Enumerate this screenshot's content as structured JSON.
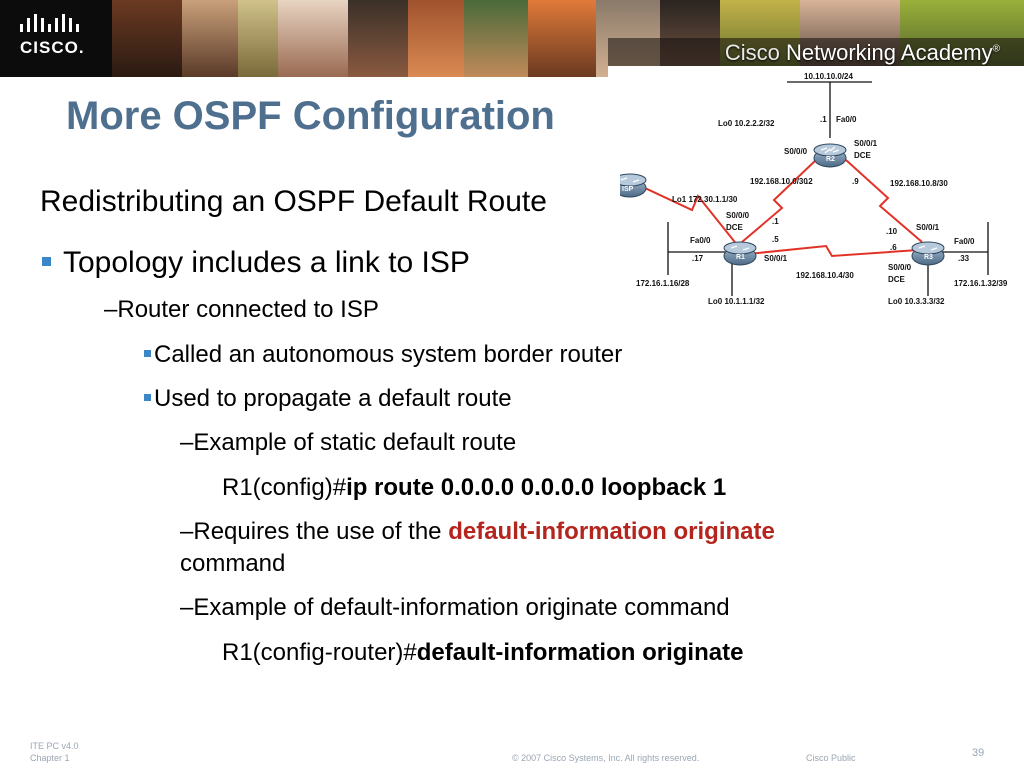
{
  "header": {
    "logo_text": "CISCO.",
    "academy_part1": "Cisco ",
    "academy_part2": "Networking Academy",
    "academy_mark": "®"
  },
  "title": "More OSPF Configuration",
  "subtitle": "Redistributing an OSPF Default Route",
  "bullets": {
    "b1": "Topology includes a link to ISP",
    "b2_dash": "–",
    "b2": "Router connected to ISP",
    "b3": "Called an autonomous system border router",
    "b4": "Used to propagate a default route",
    "b5_dash": "–",
    "b5": "Example of static default route",
    "b6_prompt": "R1(config)#",
    "b6_cmd": "ip route 0.0.0.0 0.0.0.0 loopback 1",
    "b7_dash": "–",
    "b7_pre": "Requires the use of the ",
    "b7_cmd": "default-information originate",
    "b7_post": "command",
    "b8_dash": "–",
    "b8": "Example of default-information originate command",
    "b9_prompt": "R1(config-router)#",
    "b9_cmd": "default-information originate"
  },
  "topology": {
    "net_top": "10.10.10.0/24",
    "r2_lo": "Lo0 10.2.2.2/32",
    "r2_dot1": ".1",
    "r2_fa": "Fa0/0",
    "r2_s000": "S0/0/0",
    "r2_s001": "S0/0/1",
    "r2_dce": "DCE",
    "r2_label": "R2",
    "net_left": "192.168.10.0/30",
    "net_right": "192.168.10.8/30",
    "r2_dot2": ".2",
    "r2_dot9": ".9",
    "isp_label": "ISP",
    "r1_lo1": "Lo1 172.30.1.1/30",
    "r1_s000": "S0/0/0",
    "r1_dce": "DCE",
    "r1_dot1": ".1",
    "r1_fa": "Fa0/0",
    "r1_dot5": ".5",
    "r1_dot17": ".17",
    "r1_label": "R1",
    "r1_s001": "S0/0/1",
    "net_r1_lan": "172.16.1.16/28",
    "r1_lo0": "Lo0 10.1.1.1/32",
    "net_bottom": "192.168.10.4/30",
    "r3_s001": "S0/0/1",
    "r3_dot10": ".10",
    "r3_fa": "Fa0/0",
    "r3_dot6": ".6",
    "r3_label": "R3",
    "r3_dot33": ".33",
    "r3_s000": "S0/0/0",
    "r3_dce": "DCE",
    "net_r3_lan": "172.16.1.32/39",
    "r3_lo0": "Lo0 10.3.3.3/32"
  },
  "footer": {
    "line1": "ITE PC v4.0",
    "line2": "Chapter 1",
    "copyright": "© 2007 Cisco Systems, Inc. All rights reserved.",
    "classification": "Cisco Public",
    "page": "39"
  },
  "colors": {
    "title": "#4f6f8f",
    "bullet_square": "#3b86c6",
    "command_red": "#b5251d",
    "serial_link": "#e23228"
  }
}
